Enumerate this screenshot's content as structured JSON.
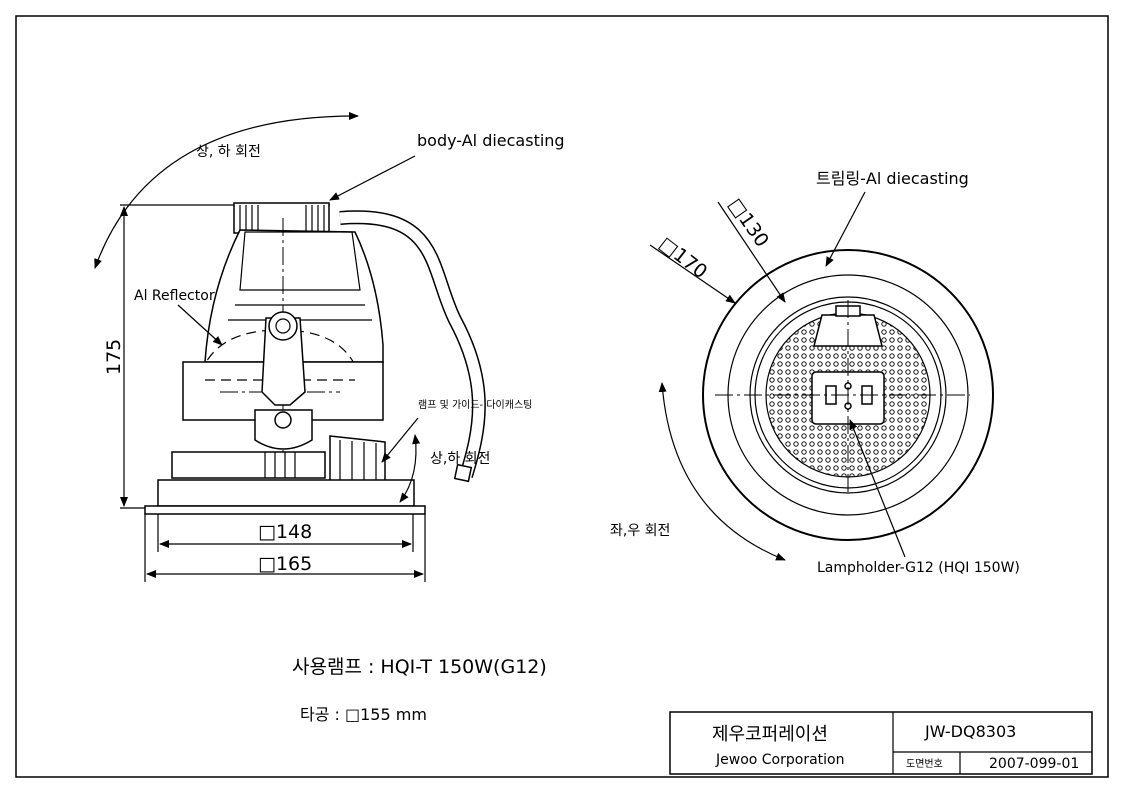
{
  "labels": {
    "body_material": "body-Al diecasting",
    "tilt_rotation_top": "상, 하 회전",
    "reflector": "Al Reflector",
    "lamp_guide": "램프 및 가이드- 다이캐스팅",
    "tilt_rotation_bottom": "상,하 회전",
    "trim_material": "트림링-Al diecasting",
    "pan_rotation": "좌,우 회전",
    "lampholder": "Lampholder-G12 (HQI 150W)"
  },
  "dimensions": {
    "height": "175",
    "inner_width": "□148",
    "outer_width": "□165",
    "trim_inner": "□130",
    "trim_outer": "□170"
  },
  "specs": {
    "lamp": "사용램프 :  HQI-T 150W(G12)",
    "cutout": "타공 :  □155 mm"
  },
  "title_block": {
    "company_kr": "제우코퍼레이션",
    "company_en": "Jewoo Corporation",
    "drawing_no": "JW-DQ8303",
    "drawing_no_label": "도면번호",
    "date_code": "2007-099-01"
  }
}
